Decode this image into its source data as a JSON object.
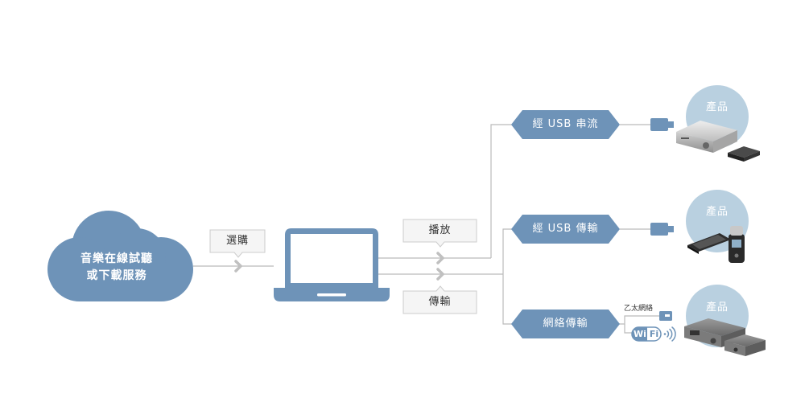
{
  "source": {
    "line1": "音樂在線試聽",
    "line2": "或下載服務",
    "icon": "cloud-icon"
  },
  "purchase_label": "選購",
  "device_icon": "laptop-icon",
  "play_label": "播放",
  "transfer_label": "傳輸",
  "outputs": [
    {
      "label": "經 USB 串流",
      "connector": "usb-plug-icon",
      "product_label": "產品"
    },
    {
      "label": "經 USB 傳輸",
      "connector": "usb-plug-icon",
      "product_label": "產品"
    },
    {
      "label": "網絡傳輸",
      "connector": "ethernet-plug-icon",
      "ethernet_label": "乙太網絡",
      "wifi_left": "Wi",
      "wifi_right": "Fi",
      "product_label": "產品"
    }
  ],
  "colors": {
    "primary": "#6e93b8",
    "light_circle": "#b9d0e0",
    "line": "#bbbbbb",
    "callout_bg": "#f5f5f5"
  }
}
